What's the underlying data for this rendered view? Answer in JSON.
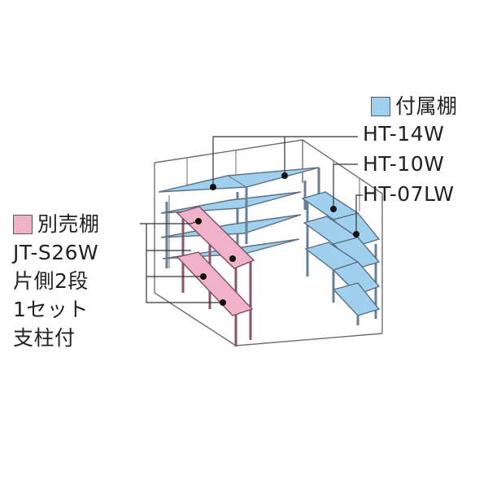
{
  "colors": {
    "included": "#9fd0ee",
    "separate": "#f0b2c8",
    "frame": "#6a6a6a",
    "room_line": "#6e6e6e",
    "post_blue": "#6b7f94",
    "post_pink": "#8a5567",
    "leader": "#333333",
    "dot": "#111111"
  },
  "legend_included": {
    "label": "付属棚",
    "models": [
      "HT-14W",
      "HT-10W",
      "HT-07LW"
    ]
  },
  "legend_separate": {
    "label": "別売棚",
    "model": "JT-S26W",
    "notes": [
      "片側2段",
      "1セット",
      "支柱付"
    ]
  }
}
